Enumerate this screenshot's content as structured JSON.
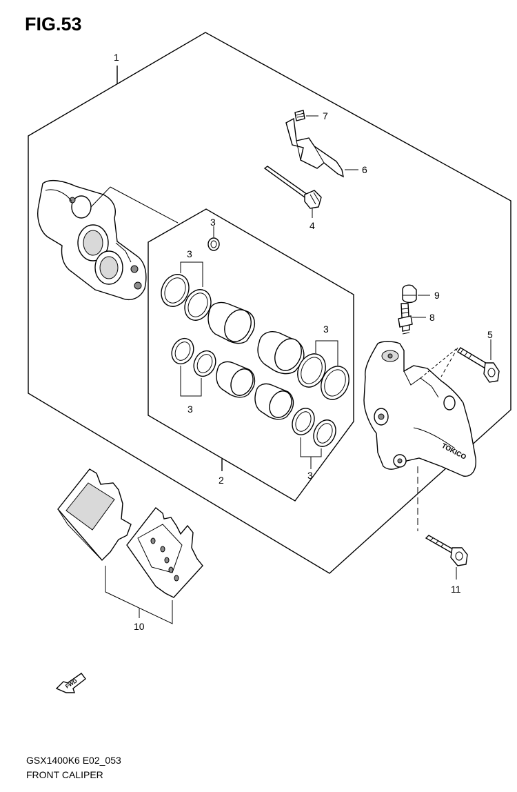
{
  "figure": {
    "title": "FIG.53",
    "model_code": "GSX1400K6 E02_053",
    "caption": "FRONT CALIPER"
  },
  "callouts": {
    "c1": "1",
    "c2": "2",
    "c3a": "3",
    "c3b": "3",
    "c3c": "3",
    "c3d": "3",
    "c3e": "3",
    "c4": "4",
    "c5": "5",
    "c6": "6",
    "c7": "7",
    "c8": "8",
    "c9": "9",
    "c10": "10",
    "c11": "11"
  },
  "fwd_arrow": {
    "label": "FWD"
  },
  "caliper_brand": "TOKICO"
}
